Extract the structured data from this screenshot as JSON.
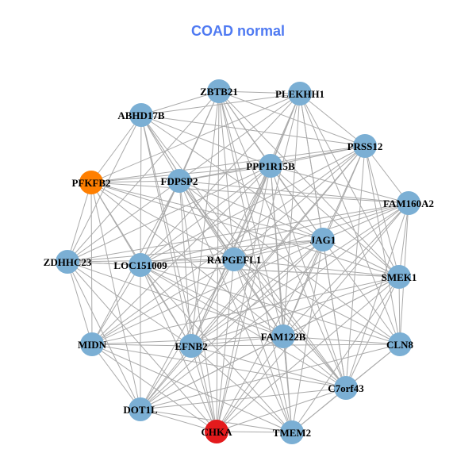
{
  "title": "COAD normal",
  "colors": {
    "title": "#4f7af2",
    "default_node": "#7bafd4",
    "edge": "#aaaaaa"
  },
  "nodes": [
    {
      "name": "ZBTB21",
      "color": "#7bafd4"
    },
    {
      "name": "PLEKHH1",
      "color": "#7bafd4"
    },
    {
      "name": "ABHD17B",
      "color": "#7bafd4"
    },
    {
      "name": "PRSS12",
      "color": "#7bafd4"
    },
    {
      "name": "PFKFB2",
      "color": "#ff7f00"
    },
    {
      "name": "FDPSP2",
      "color": "#7bafd4"
    },
    {
      "name": "PPP1R15B",
      "color": "#7bafd4"
    },
    {
      "name": "FAM160A2",
      "color": "#7bafd4"
    },
    {
      "name": "ZDHHC23",
      "color": "#7bafd4"
    },
    {
      "name": "LOC151009",
      "color": "#7bafd4"
    },
    {
      "name": "RAPGEFL1",
      "color": "#7bafd4"
    },
    {
      "name": "JAG1",
      "color": "#7bafd4"
    },
    {
      "name": "SMEK1",
      "color": "#7bafd4"
    },
    {
      "name": "MIDN",
      "color": "#7bafd4"
    },
    {
      "name": "EFNB2",
      "color": "#7bafd4"
    },
    {
      "name": "FAM122B",
      "color": "#7bafd4"
    },
    {
      "name": "CLN8",
      "color": "#7bafd4"
    },
    {
      "name": "C7orf43",
      "color": "#7bafd4"
    },
    {
      "name": "DOT1L",
      "color": "#7bafd4"
    },
    {
      "name": "CHKA",
      "color": "#e41a1c"
    },
    {
      "name": "TMEM2",
      "color": "#7bafd4"
    }
  ],
  "edges": {
    "0": [
      1,
      2,
      3,
      5,
      6,
      9,
      10,
      11,
      14,
      15,
      17,
      19,
      20,
      12,
      8
    ],
    "1": [
      2,
      3,
      5,
      6,
      10,
      11,
      12,
      14,
      15,
      16,
      17,
      19,
      9,
      4
    ],
    "2": [
      3,
      4,
      5,
      6,
      8,
      9,
      10,
      14,
      15,
      19,
      11,
      17
    ],
    "3": [
      4,
      5,
      6,
      7,
      9,
      10,
      11,
      12,
      13,
      14,
      15,
      16,
      17,
      18
    ],
    "4": [
      5,
      6,
      7,
      8,
      9,
      10,
      13,
      14,
      15,
      18,
      11,
      12
    ],
    "5": [
      6,
      7,
      8,
      9,
      10,
      11,
      13,
      14,
      15,
      17,
      19,
      20,
      16
    ],
    "6": [
      7,
      8,
      9,
      10,
      11,
      12,
      13,
      14,
      15,
      17,
      18,
      19,
      20
    ],
    "7": [
      8,
      9,
      10,
      11,
      12,
      14,
      15,
      16,
      17,
      18,
      19
    ],
    "8": [
      9,
      11,
      12,
      13,
      14,
      15,
      18,
      19,
      10
    ],
    "9": [
      10,
      11,
      12,
      13,
      14,
      15,
      16,
      17,
      18,
      19,
      20
    ],
    "10": [
      11,
      12,
      13,
      14,
      15,
      16,
      17,
      18,
      19,
      20
    ],
    "11": [
      12,
      13,
      14,
      15,
      16,
      17,
      18,
      19,
      20
    ],
    "12": [
      13,
      14,
      15,
      16,
      17,
      18,
      19,
      20
    ],
    "13": [
      14,
      15,
      18,
      19,
      20,
      17
    ],
    "14": [
      15,
      16,
      17,
      18,
      19,
      20
    ],
    "15": [
      16,
      17,
      18,
      19,
      20
    ],
    "16": [
      17,
      20,
      18
    ],
    "17": [
      18,
      19,
      20
    ],
    "18": [
      19,
      20
    ],
    "19": [
      20
    ]
  }
}
